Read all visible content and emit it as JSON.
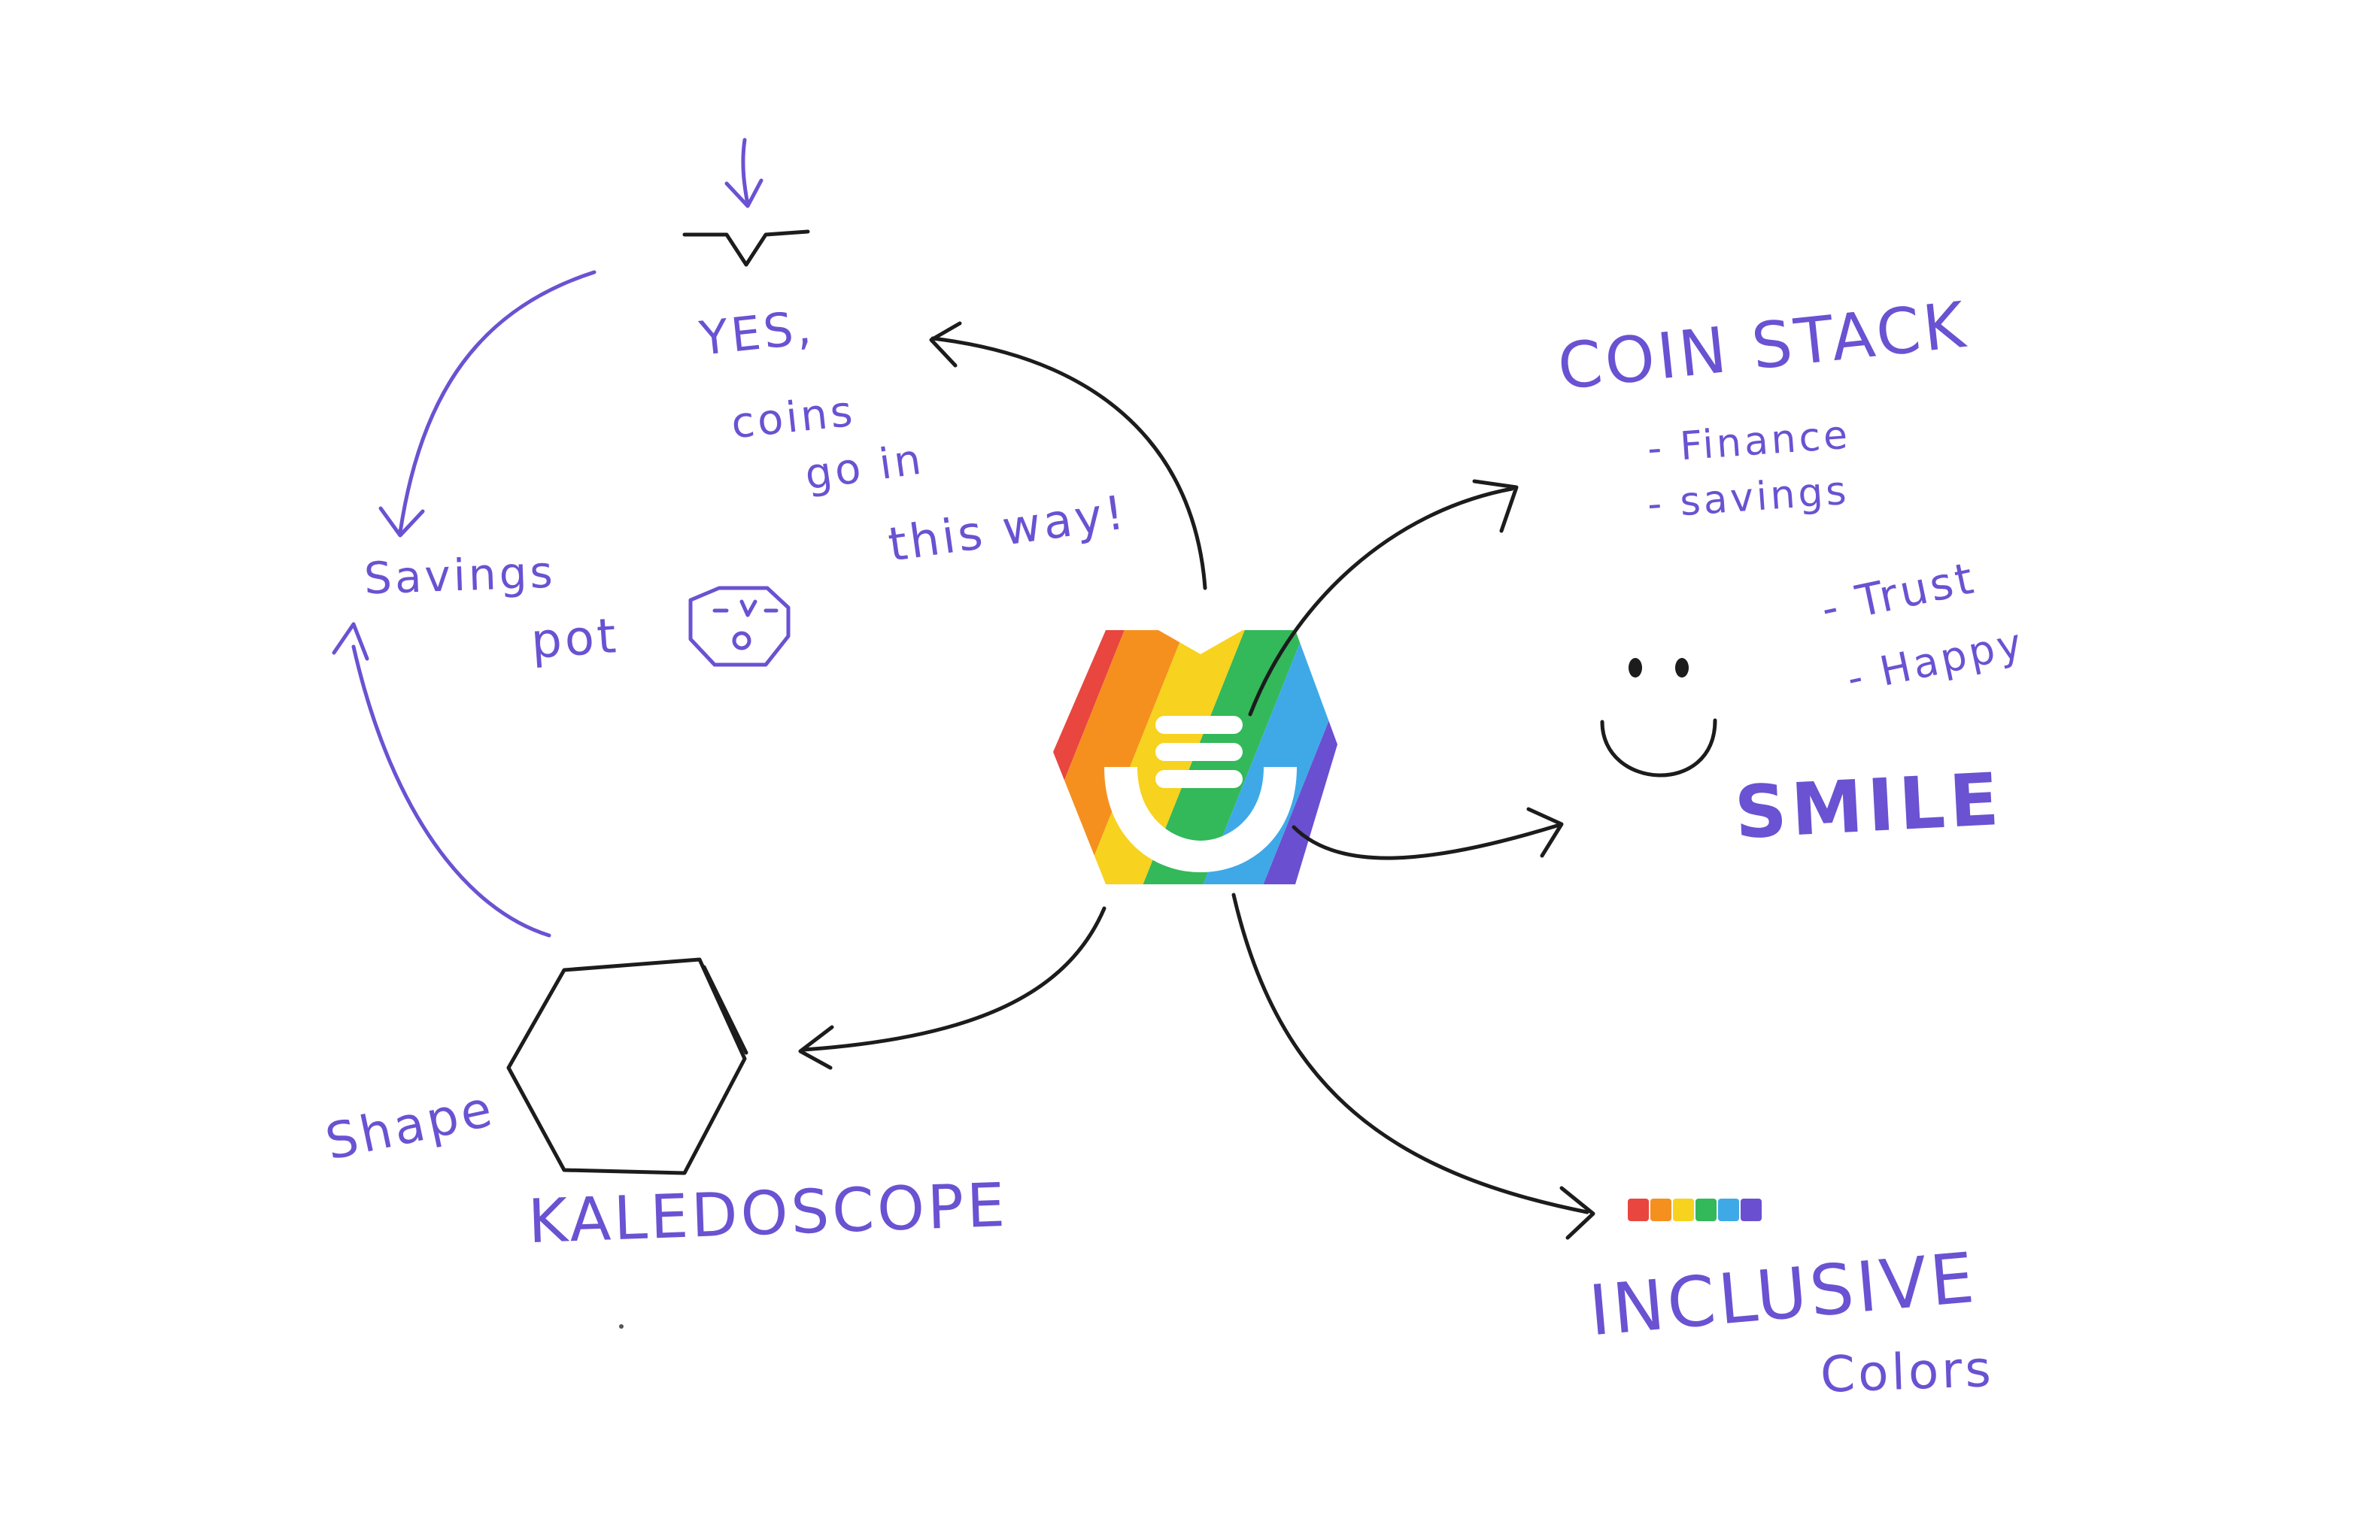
{
  "notes": {
    "yes": "YES,",
    "coins_line1": "coins",
    "coins_line2": "go in",
    "coins_line3": "this way!",
    "savings_line1": "Savings",
    "savings_line2": "pot",
    "coin_stack": "COIN STACK",
    "finance": "- Finance",
    "savings": "- savings",
    "trust": "- Trust",
    "happy": "- Happy",
    "smile": "SMILE",
    "shape": "Shape",
    "kaleidoscope": "KALEDOSCOPE",
    "inclusive": "INCLUSIVE",
    "colors": "Colors"
  },
  "colors": {
    "ink_purple": "#6a52d2",
    "ink_black": "#1c1c1c",
    "rainbow": [
      "#e8463f",
      "#f5901e",
      "#f7d21f",
      "#33b85a",
      "#3fa9e8",
      "#6a4fd1"
    ]
  },
  "icons": {
    "logo": "rainbow-hexagon-smile-logo",
    "smiley": "smiley-face-icon",
    "hexagon": "hexagon-outline-icon",
    "pot": "savings-pot-face-icon",
    "swatch": "rainbow-swatch-icon"
  }
}
